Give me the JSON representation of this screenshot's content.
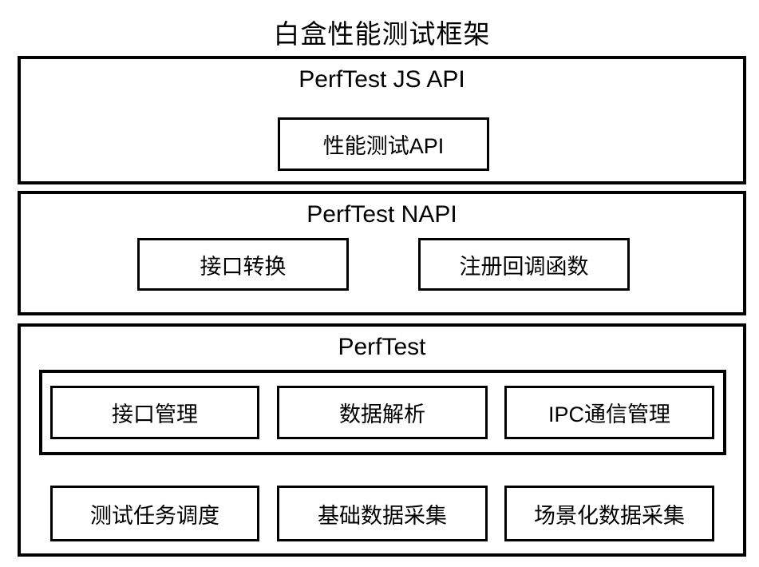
{
  "diagram": {
    "title": "白盒性能测试框架",
    "colors": {
      "background": "#ffffff",
      "line": "#000000",
      "text": "#000000"
    },
    "layers": [
      {
        "name": "PerfTest JS API",
        "boxes": [
          {
            "label": "性能测试API"
          }
        ]
      },
      {
        "name": "PerfTest NAPI",
        "boxes": [
          {
            "label": "接口转换"
          },
          {
            "label": "注册回调函数"
          }
        ]
      },
      {
        "name": "PerfTest",
        "grouped_boxes": [
          {
            "label": "接口管理"
          },
          {
            "label": "数据解析"
          },
          {
            "label": "IPC通信管理"
          }
        ],
        "bottom_boxes": [
          {
            "label": "测试任务调度"
          },
          {
            "label": "基础数据采集"
          },
          {
            "label": "场景化数据采集"
          }
        ]
      }
    ]
  }
}
